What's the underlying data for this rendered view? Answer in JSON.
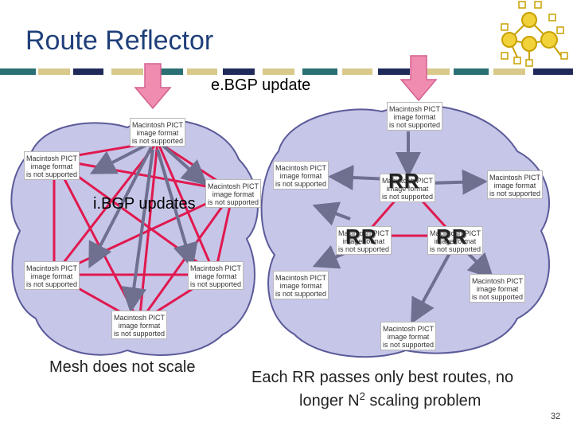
{
  "slide": {
    "title": "Route Reflector",
    "ebgp_label": "e.BGP update",
    "ibgp_label": "i.BGP updates",
    "left_caption": "Mesh does not scale",
    "right_caption_line1": "Each RR passes only best routes, no",
    "right_caption_line2_pre": "longer N",
    "right_caption_sup": "2",
    "right_caption_line2_post": " scaling problem",
    "page_number": "32"
  },
  "pict_placeholder": {
    "line1": "Macintosh PICT",
    "line2": "image format",
    "line3": "is not supported"
  },
  "rr_label": "RR",
  "colors": {
    "title": "#1f3f7a",
    "cloud_fill": "#c6c6e8",
    "cloud_stroke": "#5b5b9a",
    "mesh_line": "#e0194f",
    "arrow_gray": "#6f6f8f",
    "ebgp_arrow": "#f08cb0",
    "stripe_teal": "#2a6f73",
    "stripe_gold": "#d9c98a",
    "stripe_navy": "#1f2a5a"
  }
}
